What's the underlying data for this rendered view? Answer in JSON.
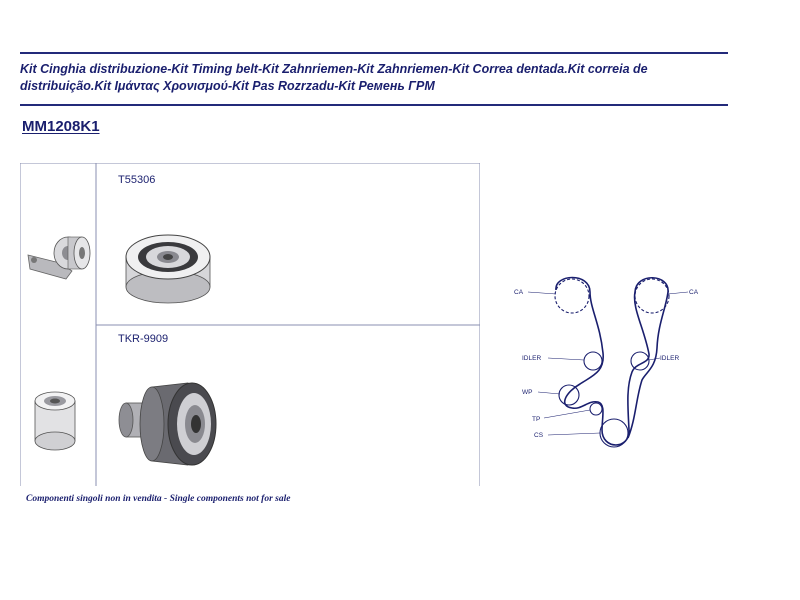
{
  "header": {
    "title": "Kit Cinghia distribuzione-Kit Timing belt-Kit Zahnriemen-Kit Zahnriemen-Kit Correa dentada.Kit correia de distribuição.Kit Ιμάντας Χρονισμού-Kit Pas Rozrzadu-Kit Ремень ГРМ",
    "kit_code": "MM1208K1"
  },
  "parts": [
    {
      "code": "T55306",
      "kind": "tensioner"
    },
    {
      "code": "TKR-9909",
      "kind": "idler"
    }
  ],
  "footnote": "Componenti singoli non in vendita - Single components not for sale",
  "routing": {
    "labels": {
      "ca_left": "CA",
      "ca_right": "CA",
      "idler_left": "IDLER",
      "idler_right": "IDLER",
      "wp": "WP",
      "tp": "TP",
      "cs": "CS"
    }
  },
  "colors": {
    "ink": "#1a1f6e",
    "rule": "#232a7a",
    "frame": "#8a8fb0"
  }
}
